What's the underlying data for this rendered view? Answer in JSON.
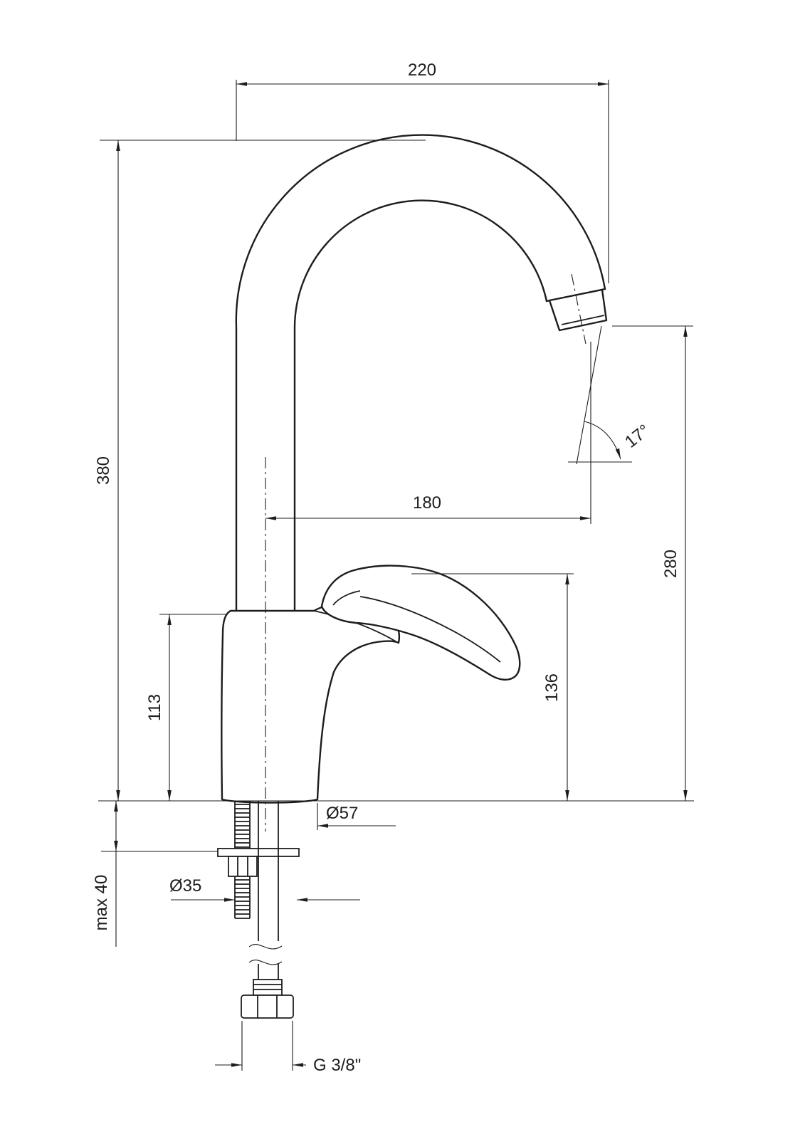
{
  "drawing": {
    "kind": "technical-dimension-drawing",
    "subject": "single-lever kitchen sink mixer faucet, side elevation with installation parts",
    "units": "mm",
    "line_color": "#1d1d1b",
    "background_color": "#ffffff"
  },
  "dim_labels": {
    "overall_width": "220",
    "overall_height": "380",
    "spout_reach": "180",
    "outlet_height": "280",
    "body_height": "113",
    "handle_height": "136",
    "base_diameter": "Ø57",
    "hole_diameter": "Ø35",
    "max_counter_thickness": "max 40",
    "thread_size": "G 3/8\"",
    "outlet_angle": "17°"
  }
}
